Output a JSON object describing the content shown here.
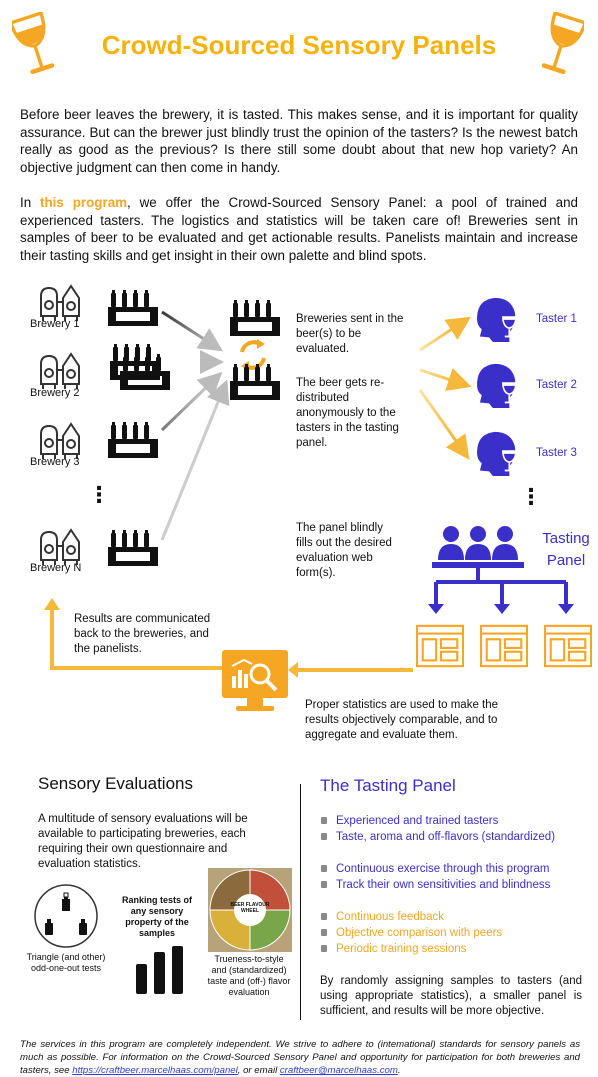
{
  "title": "Crowd-Sourced Sensory Panels",
  "intro": "Before beer leaves the brewery, it is tasted. This makes sense, and it is important for quality assurance. But can the brewer just blindly trust the opinion of the tasters? Is the newest batch really as good as the previous? Is there still some doubt about that new hop variety? An objective judgment can then come in handy.",
  "program": {
    "prefix": "In ",
    "highlight": "this program",
    "rest": ", we offer the Crowd-Sourced Sensory Panel: a pool of trained and experienced tasters. The logistics and statistics will be taken care of! Breweries sent in samples of beer to be evaluated and get actionable results. Panelists maintain and increase their tasting skills and get insight in their own palette and blind spots."
  },
  "breweries": [
    "Brewery 1",
    "Brewery 2",
    "Brewery 3",
    "Brewery N"
  ],
  "ellipsis": "⋮",
  "flow": {
    "sent_in": "Breweries sent in the beer(s) to be evaluated.",
    "redistributed": "The beer gets re-distributed anonymously to the tasters in the tasting panel.",
    "fill_out": "The panel blindly fills out the desired evaluation web form(s).",
    "statistics": "Proper statistics are used to make the results objectively comparable, and to aggregate and evaluate them.",
    "results": "Results are communicated back to the breweries, and the panelists."
  },
  "tasters": [
    "Taster 1",
    "Taster 2",
    "Taster 3"
  ],
  "tasting_panel_label": [
    "Tasting",
    "Panel"
  ],
  "sensory": {
    "heading": "Sensory Evaluations",
    "text": "A multitude of sensory evaluations will be available to participating breweries, each requiring their own questionnaire and evaluation statistics.",
    "triangle": "Triangle (and other) odd-one-out tests",
    "ranking": "Ranking tests of any sensory property of the samples",
    "trueness": "Trueness-to-style and (standardized) taste and (off-) flavor evaluation",
    "wheel_label": "BEER FLAVOUR WHEEL"
  },
  "panel": {
    "heading": "The Tasting Panel",
    "group1": [
      "Experienced and trained tasters",
      "Taste, aroma and off-flavors (standardized)"
    ],
    "group2": [
      "Continuous exercise through this program",
      "Track their own sensitivities and blindness"
    ],
    "group3": [
      "Continuous feedback",
      "Objective comparison with peers",
      "Periodic training sessions"
    ],
    "closing": "By randomly assigning samples to tasters (and using appropriate statistics), a smaller panel is sufficient, and results will be more objective."
  },
  "footer": {
    "text1": "The services in this program are completely independent. We strive to adhere to (intemational) standards for sensory panels as much as possible. For information on the Crowd-Sourced Sensory Panel and opportunity for participation for both breweries and tasters, see ",
    "link": "https://craftbeer.marcelhaas.com/panel",
    "text2": ", or email ",
    "email": "craftbeer@marcelhaas.com",
    "text3": "."
  },
  "colors": {
    "orange": "#f5a623",
    "title": "#f5b20a",
    "purple": "#3b2fc9",
    "dark": "#111111",
    "gray": "#8a8a8a"
  },
  "icons": [
    "wine-glass-icon",
    "brewery-tanks-icon",
    "beer-crate-icon",
    "recycle-icon",
    "taster-face-icon",
    "people-group-icon",
    "web-form-icon",
    "analytics-monitor-icon",
    "bottles-circle-icon",
    "bar-chart-icon",
    "flavour-wheel-icon"
  ]
}
